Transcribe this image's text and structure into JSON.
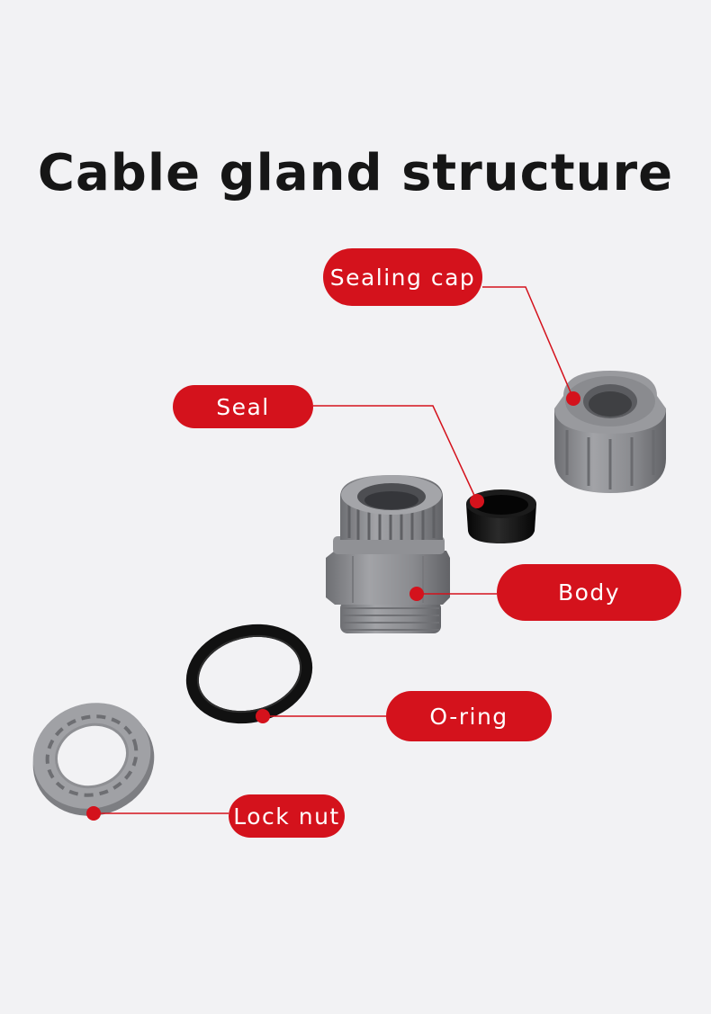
{
  "title": "Cable gland structure",
  "labels": {
    "sealing_cap": "Sealing cap",
    "seal": "Seal",
    "body": "Body",
    "o_ring": "O-ring",
    "lock_nut": "Lock nut"
  },
  "colors": {
    "accent": "#d4121c",
    "plastic_gray": "#8d8e92",
    "rubber_black": "#161616",
    "background": "#f2f2f4"
  }
}
